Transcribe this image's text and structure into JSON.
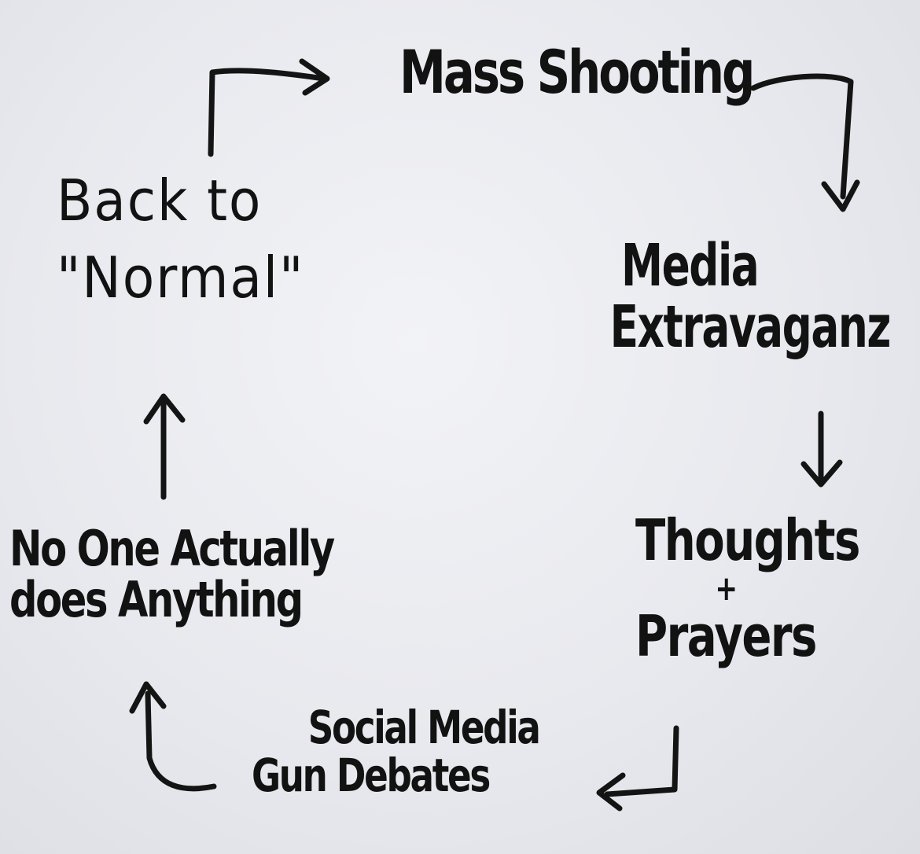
{
  "diagram": {
    "nodes": {
      "mass_shooting": {
        "line1": "Mass Shooting"
      },
      "media": {
        "line1": "Media",
        "line2": "Extravaganz"
      },
      "thoughts": {
        "line1": "Thoughts",
        "amp": "+",
        "line2": "Prayers"
      },
      "social": {
        "line1": "Social Media",
        "line2": "Gun Debates"
      },
      "no_one": {
        "line1": "No One Actually",
        "line2": "does Anything"
      },
      "back": {
        "line1": "Back to",
        "line2": "\"Normal\""
      }
    },
    "edges": [
      {
        "from": "Mass Shooting",
        "to": "Media Extravaganz"
      },
      {
        "from": "Media Extravaganz",
        "to": "Thoughts + Prayers"
      },
      {
        "from": "Thoughts + Prayers",
        "to": "Social Media Gun Debates"
      },
      {
        "from": "Social Media Gun Debates",
        "to": "No One Actually does Anything"
      },
      {
        "from": "No One Actually does Anything",
        "to": "Back to \"Normal\""
      },
      {
        "from": "Back to \"Normal\"",
        "to": "Mass Shooting"
      }
    ],
    "ink_color": "#141414",
    "paper_color": "#ebecf0"
  }
}
